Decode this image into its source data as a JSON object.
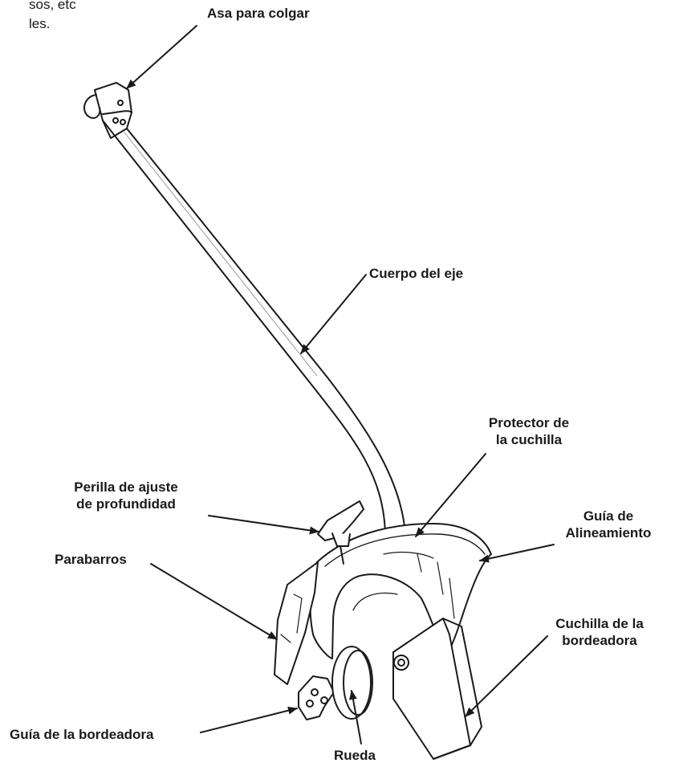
{
  "corner_text": {
    "line1": "sos, etc",
    "line2": "les."
  },
  "labels": {
    "hanging_handle": "Asa para colgar",
    "shaft": "Cuerpo del eje",
    "blade_guard": {
      "line1": "Protector de",
      "line2": "la cuchilla"
    },
    "depth_knob": {
      "line1": "Perilla de ajuste",
      "line2": "de profundidad"
    },
    "alignment_guide": {
      "line1": "Guía de",
      "line2": "Alineamiento"
    },
    "mud_flap": "Parabarros",
    "edger_blade": {
      "line1": "Cuchilla de la",
      "line2": "bordeadora"
    },
    "edger_guide": "Guía de la bordeadora",
    "wheel": "Rueda"
  },
  "colors": {
    "ink": "#1a1a1a",
    "background": "#ffffff"
  }
}
